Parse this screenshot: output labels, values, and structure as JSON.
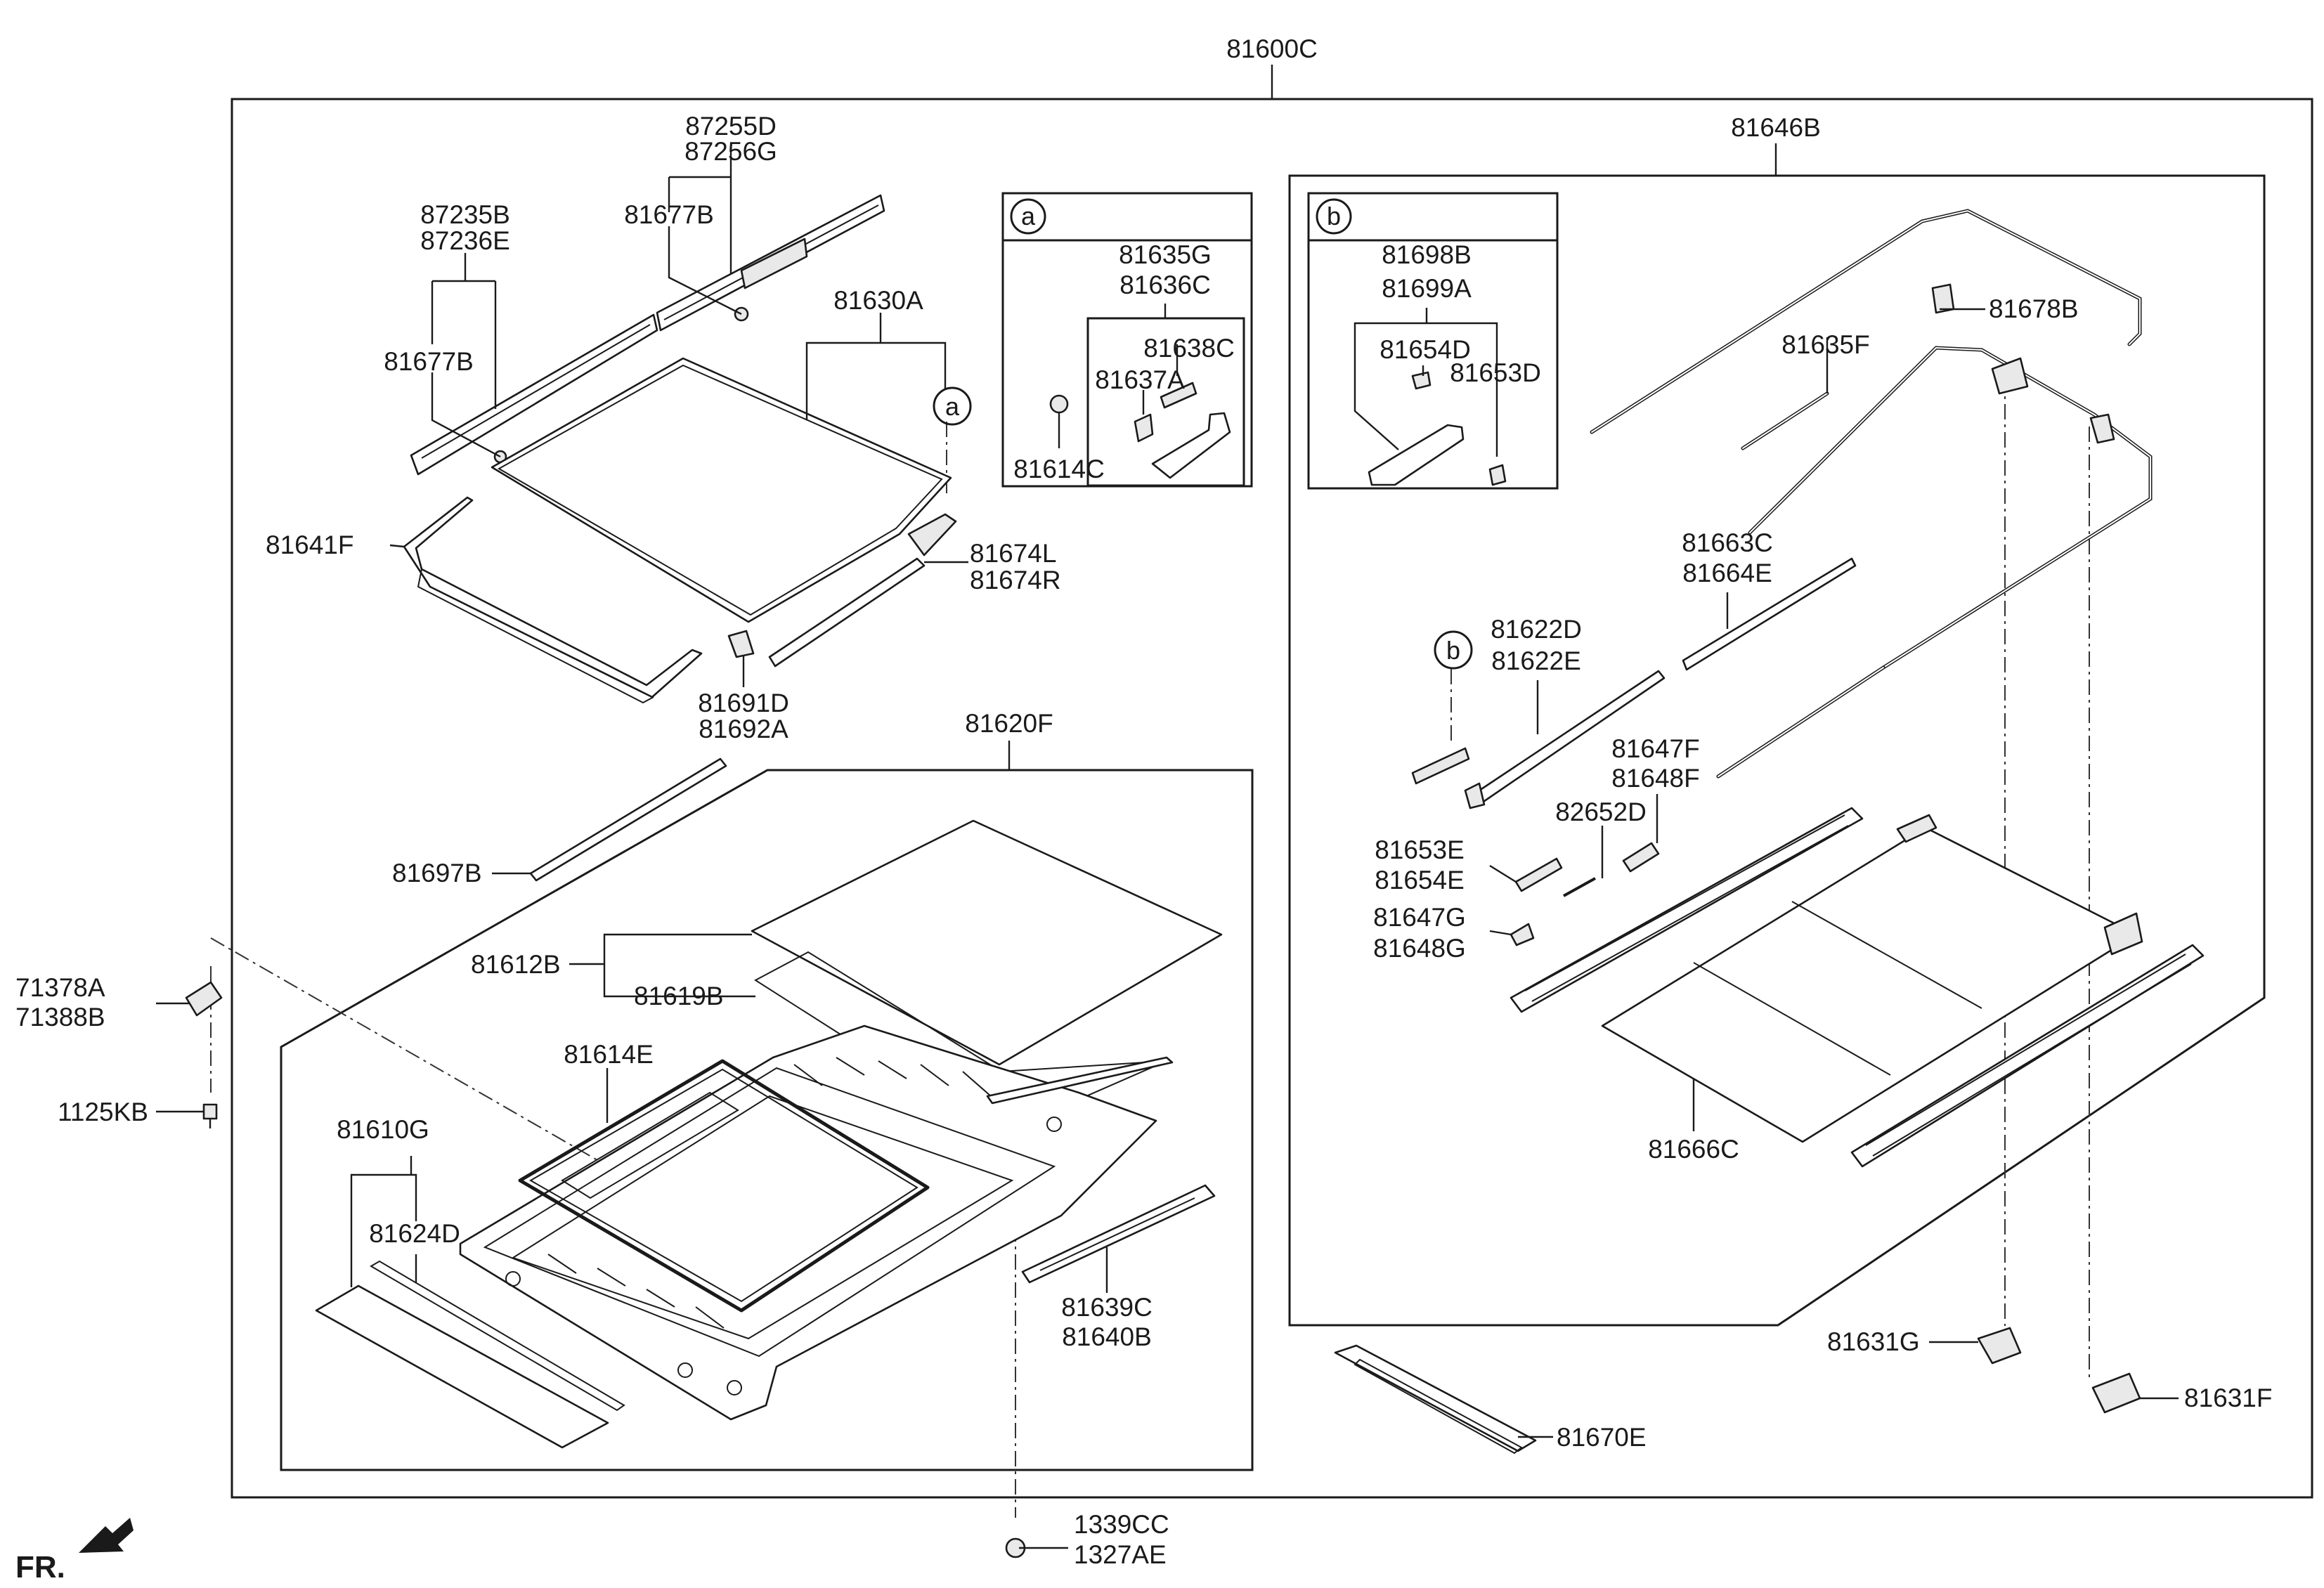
{
  "labels": {
    "assembly_top": "81600C",
    "drive_assy": "81646B",
    "frame_assy": "81620F",
    "glass_panel": "81630A",
    "deflector_1": "87255D",
    "deflector_2": "87256G",
    "clip_deflector": "81677B",
    "moulding_1": "87235B",
    "moulding_2": "87236E",
    "clip_moulding": "81677B",
    "seal_glass": "81641F",
    "guide_l": "81674L",
    "guide_r": "81674R",
    "bracket_1": "81691D",
    "bracket_2": "81692A",
    "weatherstrip": "81697B",
    "sub_a_1": "81635G",
    "sub_a_2": "81636C",
    "sub_a_3": "81638C",
    "sub_a_4": "81637A",
    "sub_a_5": "81614C",
    "sub_b_1": "81698B",
    "sub_b_2": "81699A",
    "sub_b_3": "81654D",
    "sub_b_4": "81653D",
    "cable_1": "81678B",
    "cable_2": "81635F",
    "rail_1": "81663C",
    "rail_2": "81664E",
    "link_1": "81622D",
    "link_2": "81622E",
    "shoe_1": "81647F",
    "shoe_2": "81648F",
    "pin": "82652D",
    "slider_1": "81653E",
    "slider_2": "81654E",
    "stopper_1": "81647G",
    "stopper_2": "81648G",
    "roller_blind": "81666C",
    "motor_1": "81631G",
    "motor_2": "81631F",
    "front_rail": "81670E",
    "glass_seal": "81612B",
    "drain_seal": "81619B",
    "frame_seal": "81614E",
    "front_deflector": "81610G",
    "deflector_seal": "81624D",
    "bracket_3": "81639C",
    "bracket_4": "81640B",
    "mount_1": "71378A",
    "mount_2": "71388B",
    "bolt": "1125KB",
    "nut_1": "1339CC",
    "nut_2": "1327AE"
  },
  "callouts": {
    "a": "a",
    "b": "b"
  },
  "orientation": "FR."
}
